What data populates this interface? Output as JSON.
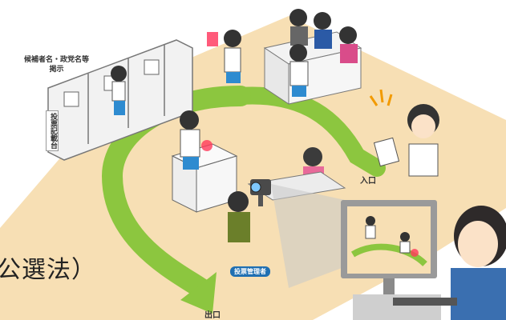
{
  "labels": {
    "candidate_display": "候補者名・政党名等\n掲示",
    "booth": "投票記載台",
    "entrance": "入口",
    "exit": "出口",
    "official": "投票管理者",
    "law_fragment": "公選法）"
  },
  "colors": {
    "floor": "#f5deb3",
    "path_arrow": "#8cc63f",
    "official_badge": "#1f6fb2",
    "monitor_frame": "#9a9a9a"
  }
}
